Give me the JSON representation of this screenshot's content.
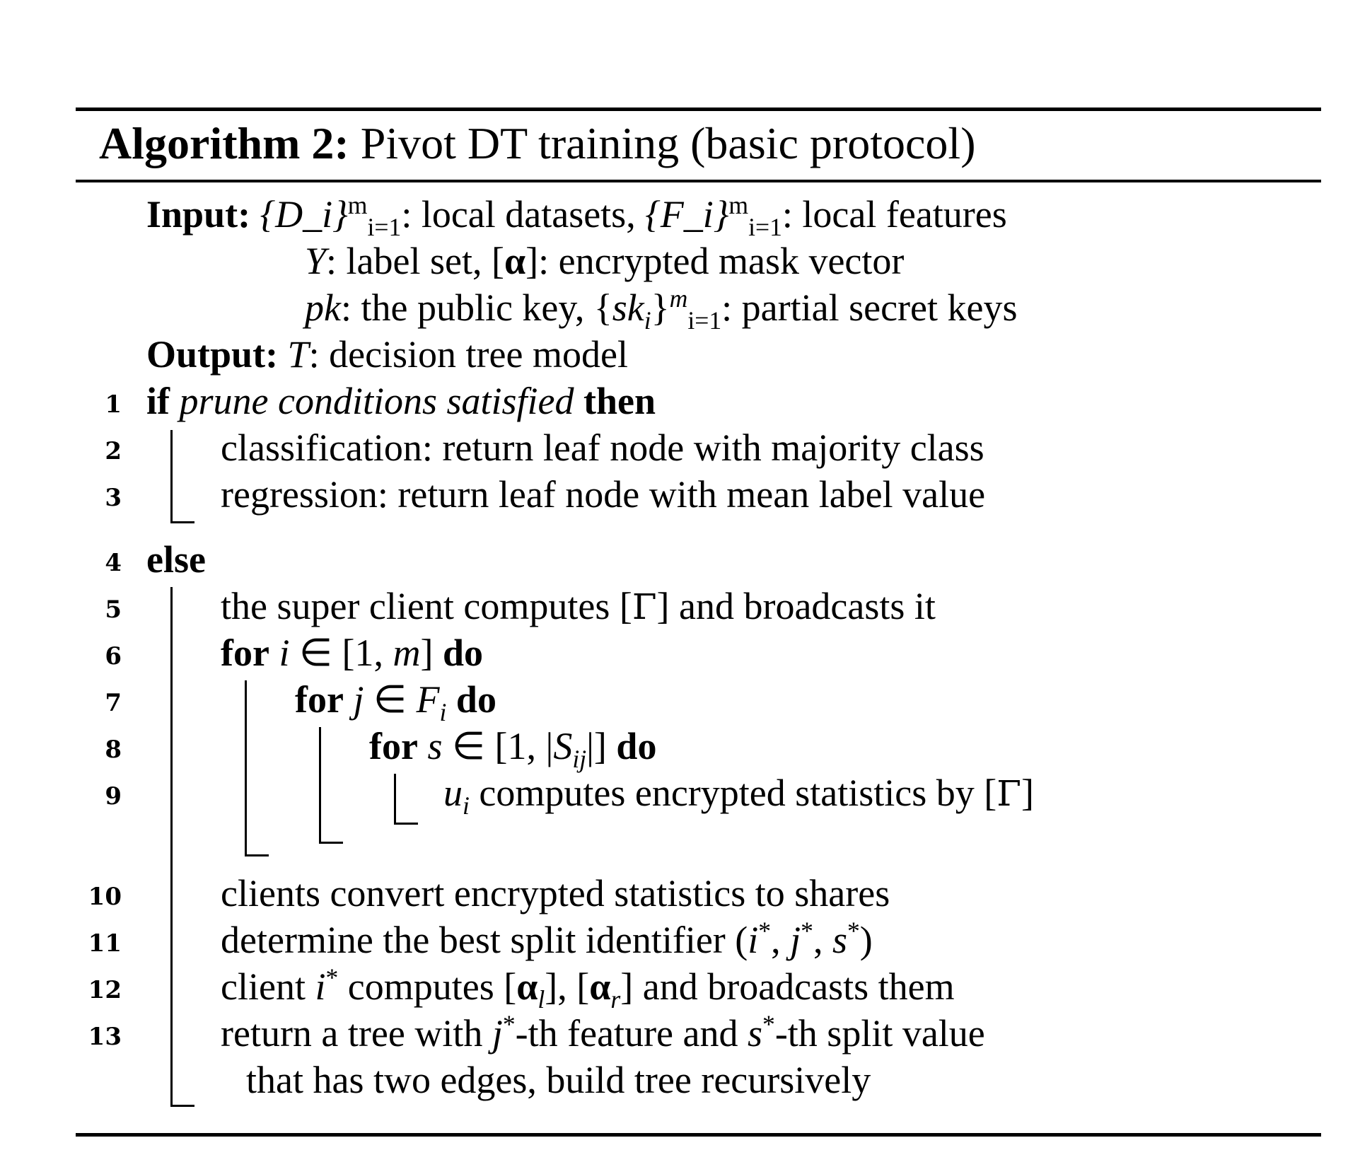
{
  "algorithm": {
    "label": "Algorithm 2:",
    "title": "Pivot DT training (basic protocol)"
  },
  "input": {
    "keyword": "Input:",
    "line1": {
      "set1": "{D_i}",
      "set1_sup": "m",
      "set1_sub": "i=1",
      "text1": ": local datasets, ",
      "set2": "{F_i}",
      "set2_sup": "m",
      "set2_sub": "i=1",
      "text2": ": local features"
    },
    "line2": {
      "var": "Y",
      "text1": ": label set, [",
      "alpha": "α",
      "text2": "]: encrypted mask vector"
    },
    "line3": {
      "var": "pk",
      "text1": ": the public key, {",
      "sk": "sk",
      "sk_sub": "i",
      "close": "}",
      "sup": "m",
      "sub": "i=1",
      "text2": ": partial secret keys"
    }
  },
  "output": {
    "keyword": "Output:",
    "var": "T",
    "text": ": decision tree model"
  },
  "lines": [
    {
      "num": "1",
      "kw1": "if",
      "cond": "prune conditions satisfied",
      "kw2": "then"
    },
    {
      "num": "2",
      "text": "classification: return leaf node with majority class"
    },
    {
      "num": "3",
      "text": "regression: return leaf node with mean label value"
    },
    {
      "num": "4",
      "kw": "else"
    },
    {
      "num": "5",
      "text1": "the super client computes [",
      "gamma": "Γ",
      "text2": "] and broadcasts it"
    },
    {
      "num": "6",
      "kw1": "for",
      "var": "i",
      "text": " ∈ [1, ",
      "var2": "m",
      "close": "]",
      "kw2": "do"
    },
    {
      "num": "7",
      "kw1": "for",
      "var": "j",
      "text": " ∈ ",
      "var2": "F",
      "sub": "i",
      "kw2": "do"
    },
    {
      "num": "8",
      "kw1": "for",
      "var": "s",
      "text": " ∈ [1, |",
      "var2": "S",
      "sub": "ij",
      "close": "|]",
      "kw2": "do"
    },
    {
      "num": "9",
      "var": "u",
      "sub": "i",
      "text1": " computes encrypted statistics by [",
      "gamma": "Γ",
      "text2": "]"
    },
    {
      "num": "10",
      "text": "clients convert encrypted statistics to shares"
    },
    {
      "num": "11",
      "text1": "determine the best split identifier (",
      "v1": "i",
      "v2": "j",
      "v3": "s",
      "star": "*",
      "comma": ", ",
      "text2": ")"
    },
    {
      "num": "12",
      "text1": "client ",
      "var": "i",
      "star": "*",
      "text2": " computes [",
      "alpha": "α",
      "sub_l": "l",
      "mid": "], [",
      "sub_r": "r",
      "text3": "] and broadcasts them"
    },
    {
      "num": "13",
      "text1": "return a tree with ",
      "var1": "j",
      "star": "*",
      "text2": "-th feature and ",
      "var2": "s",
      "text3": "-th split value",
      "cont": "that has two edges, build tree recursively"
    }
  ]
}
